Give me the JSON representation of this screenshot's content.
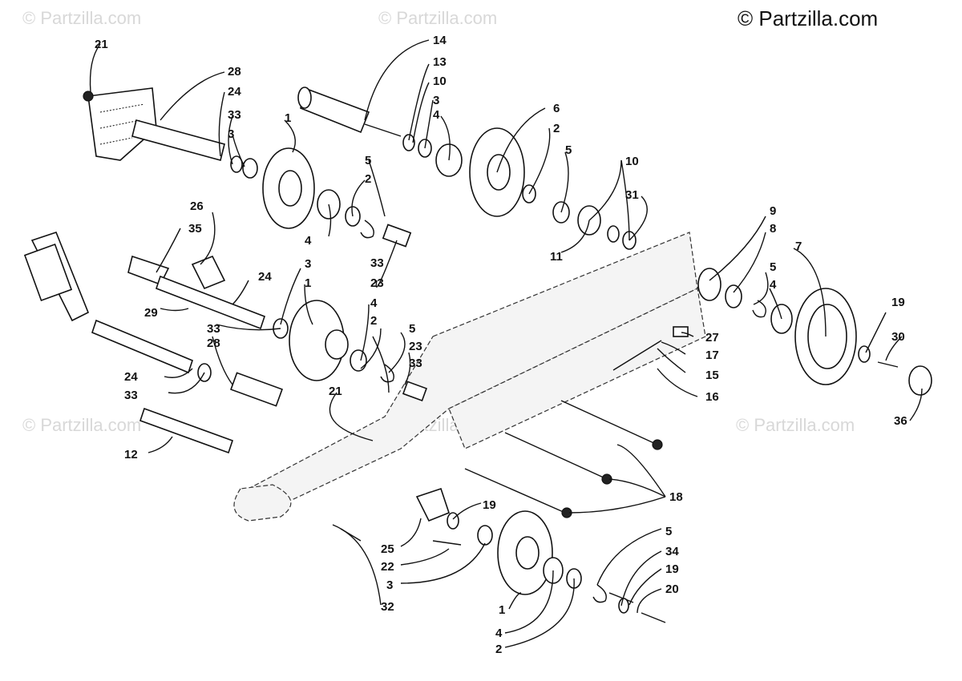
{
  "copyright": "© Partzilla.com",
  "watermarks": [
    "© Partzilla.com",
    "© Partzilla.com",
    "© Partzilla.com",
    "© Partzilla.com",
    "© Partzilla.com"
  ],
  "callouts": [
    "21",
    "28",
    "24",
    "33",
    "3",
    "1",
    "14",
    "13",
    "10",
    "3",
    "4",
    "6",
    "2",
    "5",
    "10",
    "31",
    "5",
    "2",
    "4",
    "11",
    "26",
    "35",
    "24",
    "3",
    "1",
    "33",
    "23",
    "9",
    "8",
    "7",
    "5",
    "4",
    "29",
    "33",
    "4",
    "2",
    "5",
    "23",
    "33",
    "27",
    "17",
    "15",
    "16",
    "19",
    "30",
    "36",
    "24",
    "33",
    "28",
    "21",
    "12",
    "18",
    "19",
    "25",
    "22",
    "3",
    "32",
    "1",
    "4",
    "2",
    "5",
    "34",
    "19",
    "20"
  ]
}
